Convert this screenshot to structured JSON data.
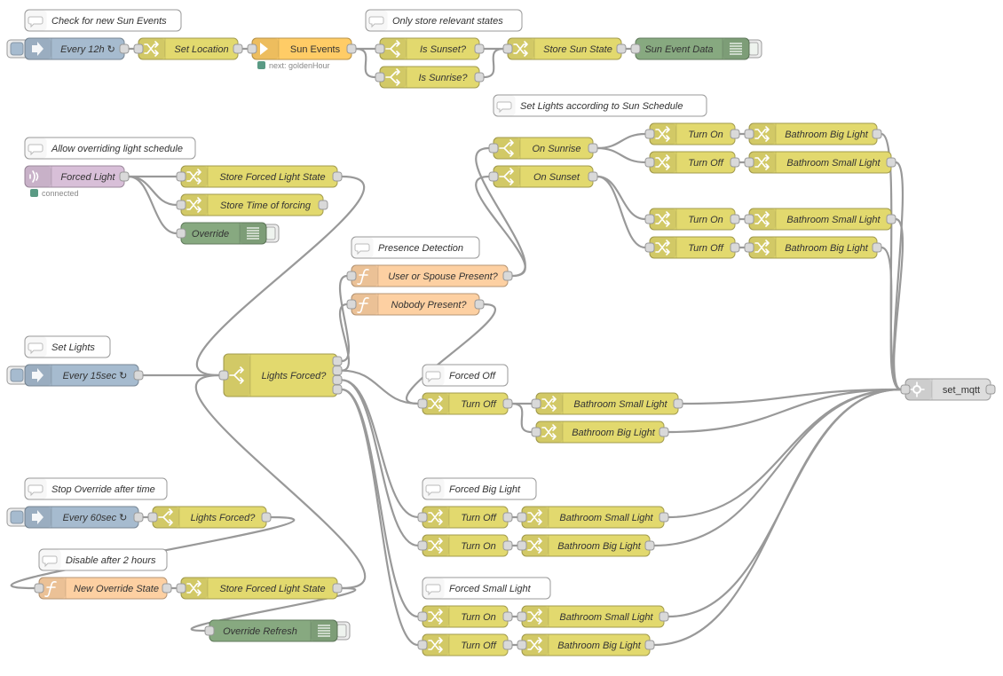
{
  "colors": {
    "inject": "#a6bbcf",
    "change": "#e2d96e",
    "switch": "#e2d96e",
    "function": "#fdd0a2",
    "sun": "#ffcc66",
    "debug": "#87a980",
    "comment": "#ffffff",
    "mqtt_in": "#d8bfd8",
    "custom": "#dddddd",
    "wire": "#999999",
    "status_ok": "#5a9a84"
  },
  "comments": [
    {
      "id": "c1",
      "label": "Check for new Sun Events"
    },
    {
      "id": "c2",
      "label": "Only store relevant states"
    },
    {
      "id": "c3",
      "label": "Set Lights according to Sun Schedule"
    },
    {
      "id": "c4",
      "label": "Allow overriding light schedule"
    },
    {
      "id": "c5",
      "label": "Presence Detection"
    },
    {
      "id": "c6",
      "label": "Set Lights"
    },
    {
      "id": "c7",
      "label": "Forced Off"
    },
    {
      "id": "c8",
      "label": "Forced Big Light"
    },
    {
      "id": "c9",
      "label": "Stop Override after time"
    },
    {
      "id": "c10",
      "label": "Disable after 2 hours"
    },
    {
      "id": "c11",
      "label": "Forced Small Light"
    }
  ],
  "nodes": [
    {
      "id": "inj12",
      "type": "inject",
      "label": "Every 12h ↻",
      "icon": "inject-arrow-icon"
    },
    {
      "id": "setloc",
      "type": "change",
      "label": "Set Location",
      "icon": "change-shuffle-icon"
    },
    {
      "id": "sun",
      "type": "sun",
      "label": "Sun Events",
      "icon": "sun-icon",
      "status": "next: goldenHour"
    },
    {
      "id": "issunset",
      "type": "switch",
      "label": "Is Sunset?",
      "icon": "switch-fork-icon"
    },
    {
      "id": "issunrise",
      "type": "switch",
      "label": "Is Sunrise?",
      "icon": "switch-fork-icon"
    },
    {
      "id": "storesun",
      "type": "change",
      "label": "Store Sun State",
      "icon": "change-shuffle-icon"
    },
    {
      "id": "sundebug",
      "type": "debug",
      "label": "Sun Event Data",
      "icon": "debug-list-icon"
    },
    {
      "id": "onsunrise",
      "type": "switch",
      "label": "On Sunrise",
      "icon": "switch-fork-icon"
    },
    {
      "id": "onsunset",
      "type": "switch",
      "label": "On Sunset",
      "icon": "switch-fork-icon"
    },
    {
      "id": "ton1",
      "type": "change",
      "label": "Turn On",
      "icon": "change-shuffle-icon"
    },
    {
      "id": "toff1",
      "type": "change",
      "label": "Turn Off",
      "icon": "change-shuffle-icon"
    },
    {
      "id": "ton2",
      "type": "change",
      "label": "Turn On",
      "icon": "change-shuffle-icon"
    },
    {
      "id": "toff2",
      "type": "change",
      "label": "Turn Off",
      "icon": "change-shuffle-icon"
    },
    {
      "id": "bbl1",
      "type": "change",
      "label": "Bathroom Big Light",
      "icon": "change-shuffle-icon"
    },
    {
      "id": "bsl1",
      "type": "change",
      "label": "Bathroom Small Light",
      "icon": "change-shuffle-icon"
    },
    {
      "id": "bsl2",
      "type": "change",
      "label": "Bathroom Small Light",
      "icon": "change-shuffle-icon"
    },
    {
      "id": "bbl2",
      "type": "change",
      "label": "Bathroom Big Light",
      "icon": "change-shuffle-icon"
    },
    {
      "id": "forced",
      "type": "mqtt_in",
      "label": "Forced Light",
      "icon": "mqtt-wave-icon",
      "status": "connected"
    },
    {
      "id": "storeforced",
      "type": "change",
      "label": "Store Forced Light State",
      "icon": "change-shuffle-icon"
    },
    {
      "id": "storetime",
      "type": "change",
      "label": "Store Time of forcing",
      "icon": "change-shuffle-icon"
    },
    {
      "id": "override",
      "type": "debug",
      "label": "Override",
      "icon": "debug-list-icon"
    },
    {
      "id": "userpresent",
      "type": "function",
      "label": "User or Spouse Present?",
      "icon": "function-f-icon"
    },
    {
      "id": "nobody",
      "type": "function",
      "label": "Nobody Present?",
      "icon": "function-f-icon"
    },
    {
      "id": "inj15",
      "type": "inject",
      "label": "Every 15sec ↻",
      "icon": "inject-arrow-icon"
    },
    {
      "id": "lightsforced",
      "type": "switch",
      "label": "Lights Forced?",
      "icon": "switch-fork-icon"
    },
    {
      "id": "fo_off",
      "type": "change",
      "label": "Turn Off",
      "icon": "change-shuffle-icon"
    },
    {
      "id": "fo_bsl",
      "type": "change",
      "label": "Bathroom Small Light",
      "icon": "change-shuffle-icon"
    },
    {
      "id": "fo_bbl",
      "type": "change",
      "label": "Bathroom Big Light",
      "icon": "change-shuffle-icon"
    },
    {
      "id": "setmqtt",
      "type": "custom",
      "label": "set_mqtt",
      "icon": "gear-icon"
    },
    {
      "id": "fb_off",
      "type": "change",
      "label": "Turn Off",
      "icon": "change-shuffle-icon"
    },
    {
      "id": "fb_bsl",
      "type": "change",
      "label": "Bathroom Small Light",
      "icon": "change-shuffle-icon"
    },
    {
      "id": "fb_on",
      "type": "change",
      "label": "Turn On",
      "icon": "change-shuffle-icon"
    },
    {
      "id": "fb_bbl",
      "type": "change",
      "label": "Bathroom Big Light",
      "icon": "change-shuffle-icon"
    },
    {
      "id": "inj60",
      "type": "inject",
      "label": "Every 60sec ↻",
      "icon": "inject-arrow-icon"
    },
    {
      "id": "lightsforced2",
      "type": "switch",
      "label": "Lights Forced?",
      "icon": "switch-fork-icon"
    },
    {
      "id": "newoverride",
      "type": "function",
      "label": "New Override State",
      "icon": "function-f-icon"
    },
    {
      "id": "storeforced2",
      "type": "change",
      "label": "Store Forced Light State",
      "icon": "change-shuffle-icon"
    },
    {
      "id": "overrideref",
      "type": "debug",
      "label": "Override Refresh",
      "icon": "debug-list-icon"
    },
    {
      "id": "fs_on",
      "type": "change",
      "label": "Turn On",
      "icon": "change-shuffle-icon"
    },
    {
      "id": "fs_bsl",
      "type": "change",
      "label": "Bathroom Small Light",
      "icon": "change-shuffle-icon"
    },
    {
      "id": "fs_off",
      "type": "change",
      "label": "Turn Off",
      "icon": "change-shuffle-icon"
    },
    {
      "id": "fs_bbl",
      "type": "change",
      "label": "Bathroom Big Light",
      "icon": "change-shuffle-icon"
    }
  ],
  "wires": [
    [
      "inj12",
      "setloc"
    ],
    [
      "setloc",
      "sun"
    ],
    [
      "sun",
      "issunset"
    ],
    [
      "sun",
      "issunrise"
    ],
    [
      "issunset",
      "storesun"
    ],
    [
      "issunrise",
      "storesun"
    ],
    [
      "storesun",
      "sundebug"
    ],
    [
      "onsunrise",
      "ton1"
    ],
    [
      "onsunrise",
      "toff1"
    ],
    [
      "onsunset",
      "ton2"
    ],
    [
      "onsunset",
      "toff2"
    ],
    [
      "ton1",
      "bbl1"
    ],
    [
      "toff1",
      "bsl1"
    ],
    [
      "ton2",
      "bsl2"
    ],
    [
      "toff2",
      "bbl2"
    ],
    [
      "bbl1",
      "setmqtt"
    ],
    [
      "bsl1",
      "setmqtt"
    ],
    [
      "bsl2",
      "setmqtt"
    ],
    [
      "bbl2",
      "setmqtt"
    ],
    [
      "forced",
      "storeforced"
    ],
    [
      "forced",
      "storetime"
    ],
    [
      "forced",
      "override"
    ],
    [
      "storeforced",
      "lightsforced"
    ],
    [
      "inj15",
      "lightsforced"
    ],
    [
      "lightsforced",
      "userpresent"
    ],
    [
      "lightsforced",
      "nobody"
    ],
    [
      "lightsforced",
      "fo_off"
    ],
    [
      "lightsforced",
      "fb_off"
    ],
    [
      "lightsforced",
      "fb_on"
    ],
    [
      "lightsforced",
      "fs_on"
    ],
    [
      "lightsforced",
      "fs_off"
    ],
    [
      "userpresent",
      "onsunrise"
    ],
    [
      "userpresent",
      "onsunset"
    ],
    [
      "nobody",
      "fo_off"
    ],
    [
      "fo_off",
      "fo_bsl"
    ],
    [
      "fo_off",
      "fo_bbl"
    ],
    [
      "fo_bsl",
      "setmqtt"
    ],
    [
      "fo_bbl",
      "setmqtt"
    ],
    [
      "fb_off",
      "fb_bsl"
    ],
    [
      "fb_on",
      "fb_bbl"
    ],
    [
      "fb_bsl",
      "setmqtt"
    ],
    [
      "fb_bbl",
      "setmqtt"
    ],
    [
      "fs_on",
      "fs_bsl"
    ],
    [
      "fs_off",
      "fs_bbl"
    ],
    [
      "fs_bsl",
      "setmqtt"
    ],
    [
      "fs_bbl",
      "setmqtt"
    ],
    [
      "inj60",
      "lightsforced2"
    ],
    [
      "lightsforced2",
      "newoverride"
    ],
    [
      "newoverride",
      "storeforced2"
    ],
    [
      "storeforced2",
      "lightsforced"
    ],
    [
      "storeforced2",
      "overrideref"
    ]
  ]
}
